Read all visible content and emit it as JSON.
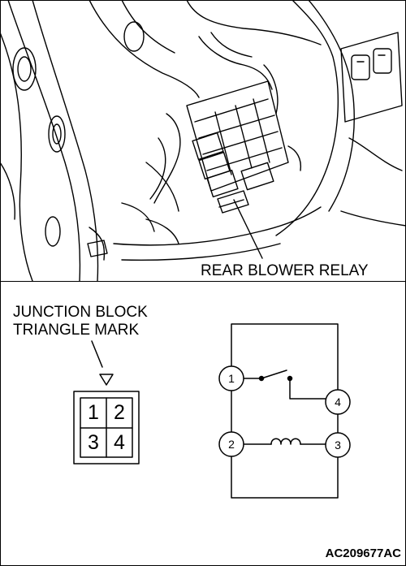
{
  "illustration": {
    "callout": "REAR BLOWER RELAY"
  },
  "junction_block": {
    "line1": "JUNCTION BLOCK",
    "line2": "TRIANGLE MARK",
    "pins": [
      "1",
      "2",
      "3",
      "4"
    ]
  },
  "schematic": {
    "terminals": [
      "1",
      "2",
      "3",
      "4"
    ]
  },
  "code": "AC209677AC"
}
